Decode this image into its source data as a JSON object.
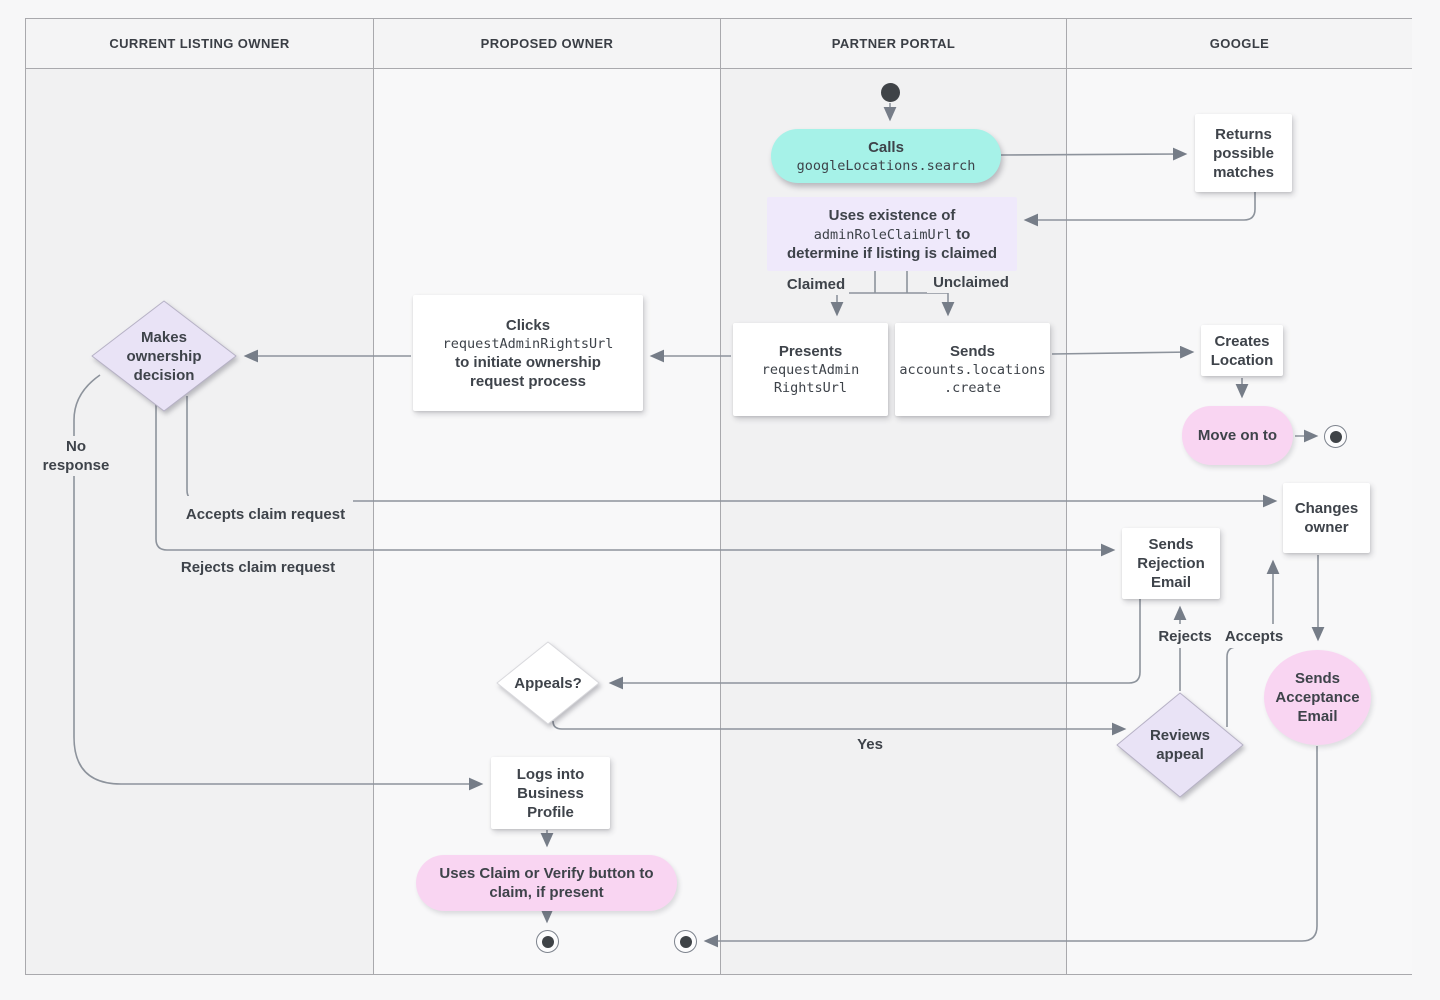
{
  "lanes": [
    {
      "label": "CURRENT LISTING OWNER"
    },
    {
      "label": "PROPOSED OWNER"
    },
    {
      "label": "PARTNER PORTAL"
    },
    {
      "label": "GOOGLE"
    }
  ],
  "nodes": {
    "calls": {
      "title": "Calls",
      "code": "googleLocations.search"
    },
    "returns_matches": {
      "label": "Returns\npossible\nmatches"
    },
    "uses_existence": {
      "line1": "Uses existence of",
      "code": "adminRoleClaimUrl",
      "to_word": "to",
      "line3": "determine if listing is claimed"
    },
    "presents": {
      "title": "Presents",
      "code": "requestAdmin\nRightsUrl"
    },
    "sends_create": {
      "title": "Sends",
      "code": "accounts.locations\n.create"
    },
    "creates_location": {
      "label": "Creates\nLocation"
    },
    "move_on_to": {
      "label": "Move on to"
    },
    "clicks": {
      "title": "Clicks",
      "code": "requestAdminRightsUrl",
      "rest": "to initiate ownership\nrequest process"
    },
    "makes_decision": {
      "label": "Makes\nownership\ndecision"
    },
    "changes_owner": {
      "label": "Changes\nowner"
    },
    "sends_rejection": {
      "label": "Sends\nRejection\nEmail"
    },
    "sends_acceptance": {
      "label": "Sends\nAcceptance\nEmail"
    },
    "reviews_appeal": {
      "label": "Reviews\nappeal"
    },
    "appeals": {
      "label": "Appeals?"
    },
    "logs_into": {
      "label": "Logs into\nBusiness\nProfile"
    },
    "claim_verify": {
      "label": "Uses Claim or Verify button to\nclaim, if present"
    }
  },
  "edge_labels": {
    "claimed": "Claimed",
    "unclaimed": "Unclaimed",
    "accepts_claim": "Accepts claim request",
    "rejects_claim": "Rejects claim request",
    "no_response": "No\nresponse",
    "yes": "Yes",
    "rejects": "Rejects",
    "accepts": "Accepts"
  },
  "colors": {
    "teal": "#a6f2e8",
    "pink": "#f9d5f2",
    "lavender": "#e9e3f6",
    "lavender_box": "#efe9fb",
    "node_bg": "#ffffff",
    "line": "#8d939c",
    "arrow": "#767d88",
    "text": "#3e434a",
    "lane_dark": "#f1f1f2",
    "lane_light": "#f8f8f9",
    "header_bg": "#f4f4f5",
    "border": "#a9a9ad",
    "page_bg": "#f7f7f8",
    "terminal_dot": "#3f4347"
  }
}
